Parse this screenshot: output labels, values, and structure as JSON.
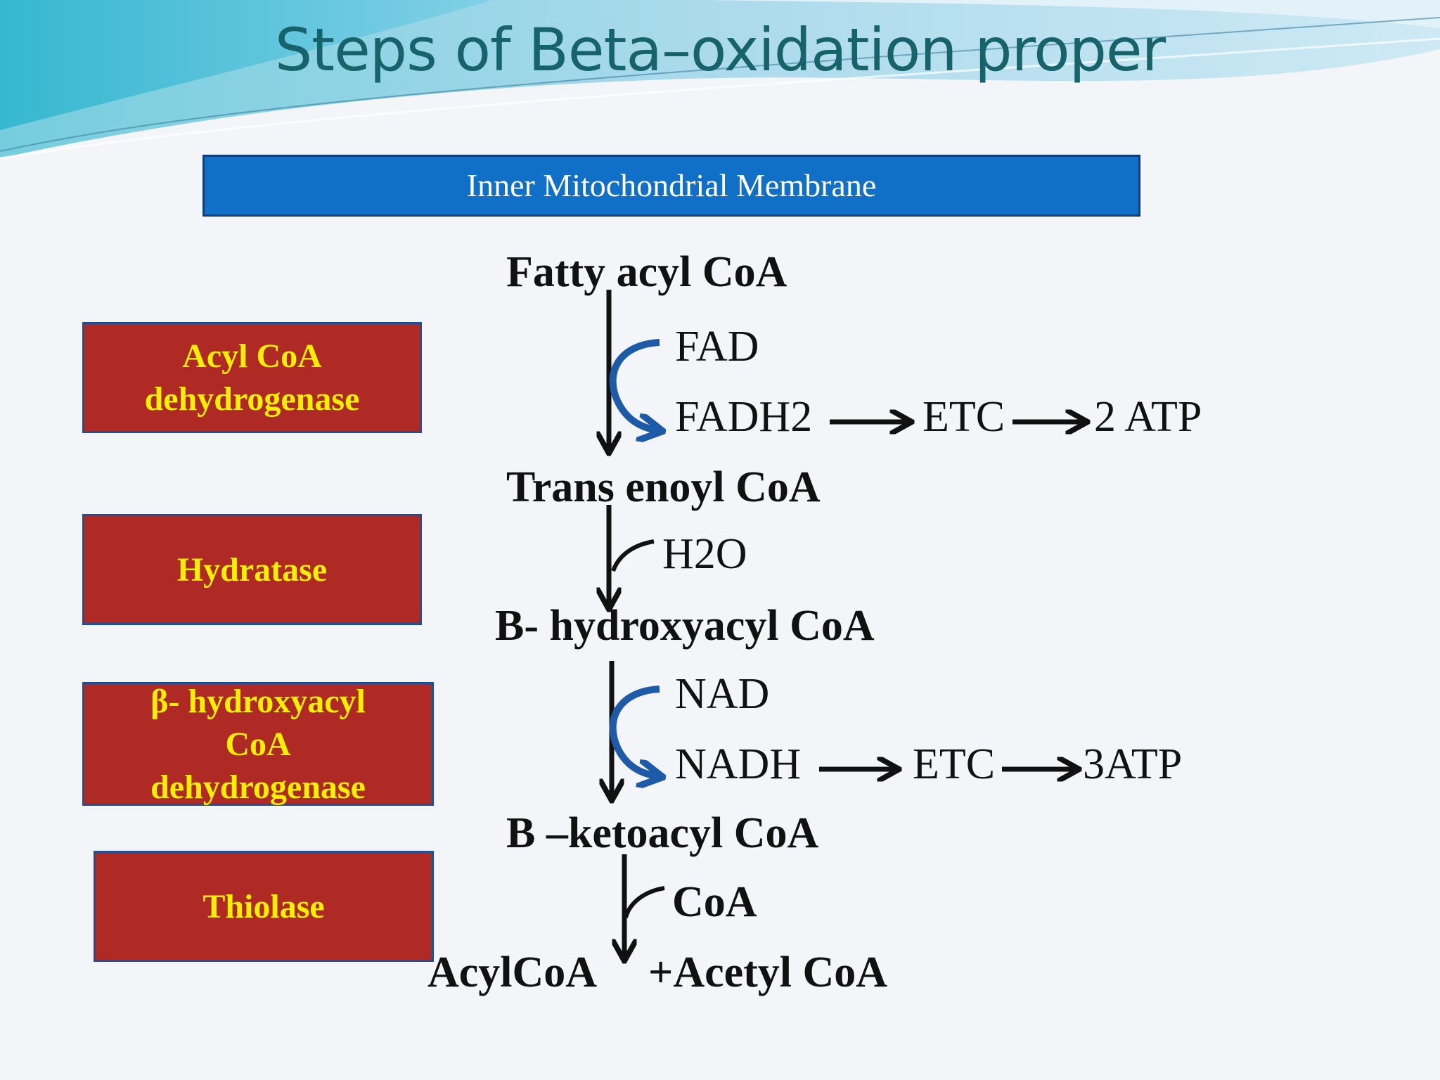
{
  "title": "Steps of Beta–oxidation proper",
  "membrane_label": "Inner Mitochondrial Membrane",
  "enzymes": {
    "acyl_coa_dehydrogenase": [
      "Acyl CoA",
      "dehydrogenase"
    ],
    "hydratase": [
      "Hydratase"
    ],
    "beta_hydroxyacyl_dehydrogenase": [
      "β- hydroxyacyl",
      "CoA",
      "dehydrogenase"
    ],
    "thiolase": [
      "Thiolase"
    ]
  },
  "intermediates": {
    "fatty_acyl_coa": "Fatty acyl CoA",
    "trans_enoyl_coa": "Trans enoyl CoA",
    "b_hydroxyacyl_coa": "B- hydroxyacyl CoA",
    "b_ketoacyl_coa": "B –ketoacyl CoA",
    "acyl_coa": "AcylCoA",
    "acetyl_coa": "+Acetyl CoA"
  },
  "cofactors": {
    "fad": "FAD",
    "fadh2": "FADH2",
    "etc1": "ETC",
    "atp1": "2 ATP",
    "h2o": "H2O",
    "nad": "NAD",
    "nadh": "NADH",
    "etc2": "ETC",
    "atp2": "3ATP",
    "coa": "CoA"
  },
  "colors": {
    "title": "#17636b",
    "membrane": "#1070c8",
    "enzyme_box": "#b02a25",
    "enzyme_text": "#f5f000",
    "curved_arrow": "#1d5aa8"
  }
}
